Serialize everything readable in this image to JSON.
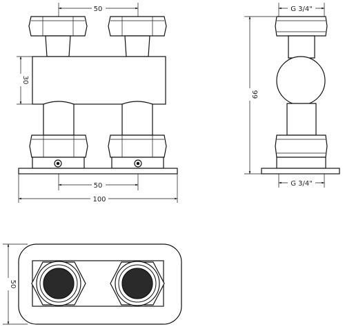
{
  "drawing": {
    "front_view": {
      "dim_top_spacing": "50",
      "dim_block_height": "30",
      "dim_bottom_spacing": "50",
      "dim_plate_width": "100"
    },
    "side_view": {
      "dim_thread_top": "G 3/4\"",
      "dim_height": "99",
      "dim_thread_bottom": "G 3/4\""
    },
    "bottom_view": {
      "dim_height": "50"
    },
    "colors": {
      "line": "#111111",
      "outlet_fill": "#2a2a2a"
    }
  }
}
